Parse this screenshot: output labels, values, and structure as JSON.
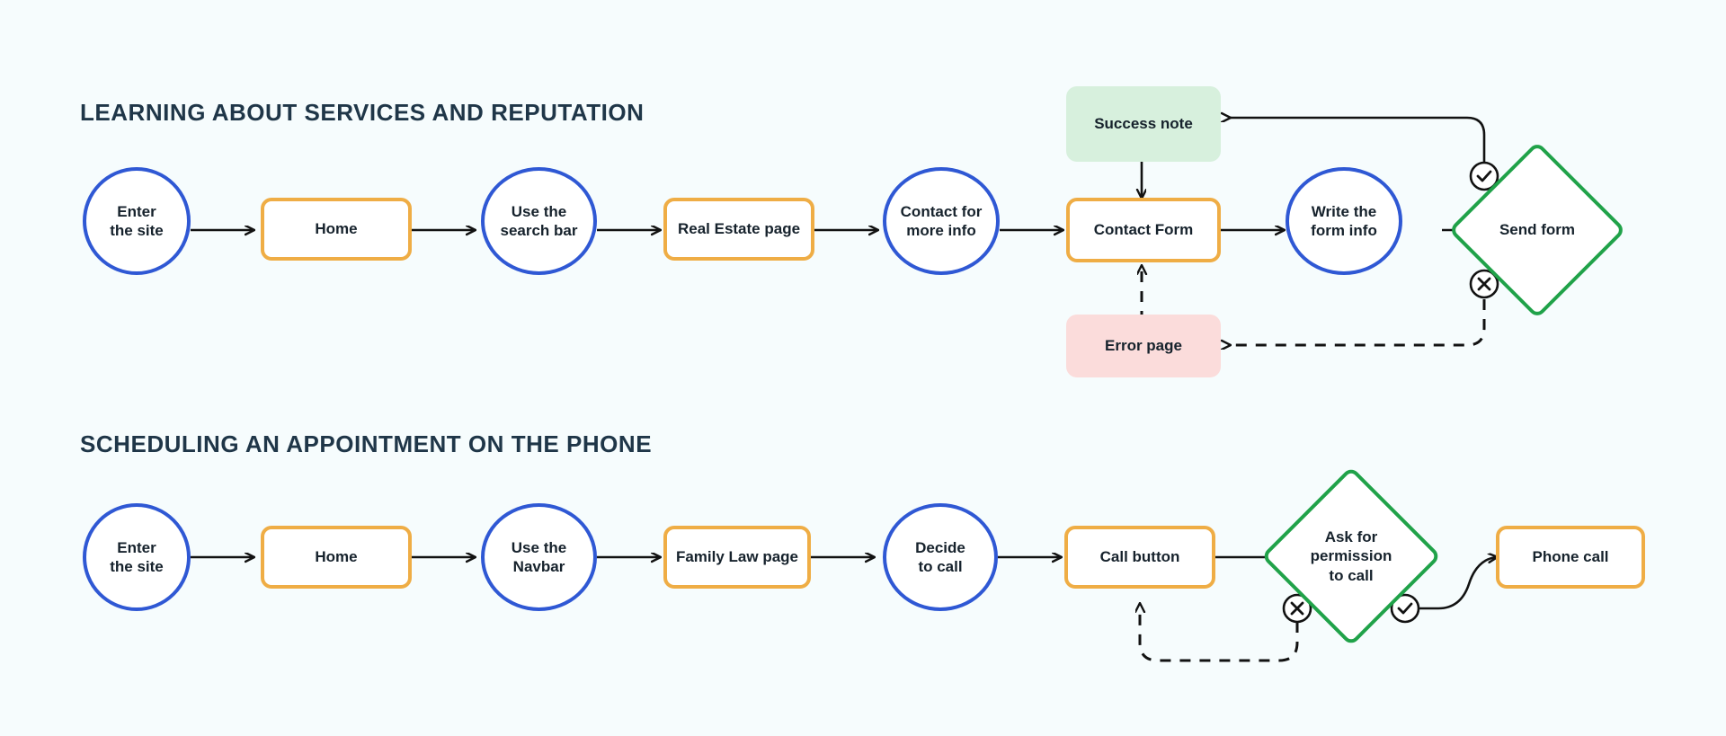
{
  "page": {
    "background": "#f6fcfd",
    "title_color": "#1f3648"
  },
  "palette": {
    "action_blue": "#2f58d4",
    "page_orange": "#efad45",
    "decision_green": "#20a249",
    "success_fill": "#d7f0dd",
    "error_fill": "#fbdcdb",
    "connector": "#121212"
  },
  "flows": [
    {
      "id": "flow-services",
      "title": "LEARNING ABOUT SERVICES AND REPUTATION",
      "nodes": [
        {
          "id": "r1-enter",
          "label": "Enter\nthe site",
          "type": "circle"
        },
        {
          "id": "r1-home",
          "label": "Home",
          "type": "page"
        },
        {
          "id": "r1-search",
          "label": "Use the\nsearch bar",
          "type": "circle"
        },
        {
          "id": "r1-realestate",
          "label": "Real Estate page",
          "type": "page"
        },
        {
          "id": "r1-contactinfo",
          "label": "Contact for\nmore info",
          "type": "circle"
        },
        {
          "id": "r1-contactform",
          "label": "Contact Form",
          "type": "page"
        },
        {
          "id": "r1-writeinfo",
          "label": "Write the\nform info",
          "type": "circle"
        },
        {
          "id": "r1-sendform",
          "label": "Send form",
          "type": "decision"
        },
        {
          "id": "r1-success",
          "label": "Success note",
          "type": "note-success"
        },
        {
          "id": "r1-error",
          "label": "Error page",
          "type": "note-error"
        }
      ],
      "gates": [
        {
          "id": "r1-gate-success",
          "icon": "check-circle-icon"
        },
        {
          "id": "r1-gate-error",
          "icon": "x-circle-icon"
        }
      ]
    },
    {
      "id": "flow-phone",
      "title": "SCHEDULING AN APPOINTMENT ON THE PHONE",
      "nodes": [
        {
          "id": "r2-enter",
          "label": "Enter\nthe site",
          "type": "circle"
        },
        {
          "id": "r2-home",
          "label": "Home",
          "type": "page"
        },
        {
          "id": "r2-navbar",
          "label": "Use the\nNavbar",
          "type": "circle"
        },
        {
          "id": "r2-familylaw",
          "label": "Family Law page",
          "type": "page"
        },
        {
          "id": "r2-decide",
          "label": "Decide\nto call",
          "type": "circle"
        },
        {
          "id": "r2-callbutton",
          "label": "Call button",
          "type": "page"
        },
        {
          "id": "r2-permission",
          "label": "Ask for\npermission\nto call",
          "type": "decision"
        },
        {
          "id": "r2-phonecall",
          "label": "Phone call",
          "type": "page"
        }
      ],
      "gates": [
        {
          "id": "r2-gate-error",
          "icon": "x-circle-icon"
        },
        {
          "id": "r2-gate-success",
          "icon": "check-circle-icon"
        }
      ]
    }
  ]
}
